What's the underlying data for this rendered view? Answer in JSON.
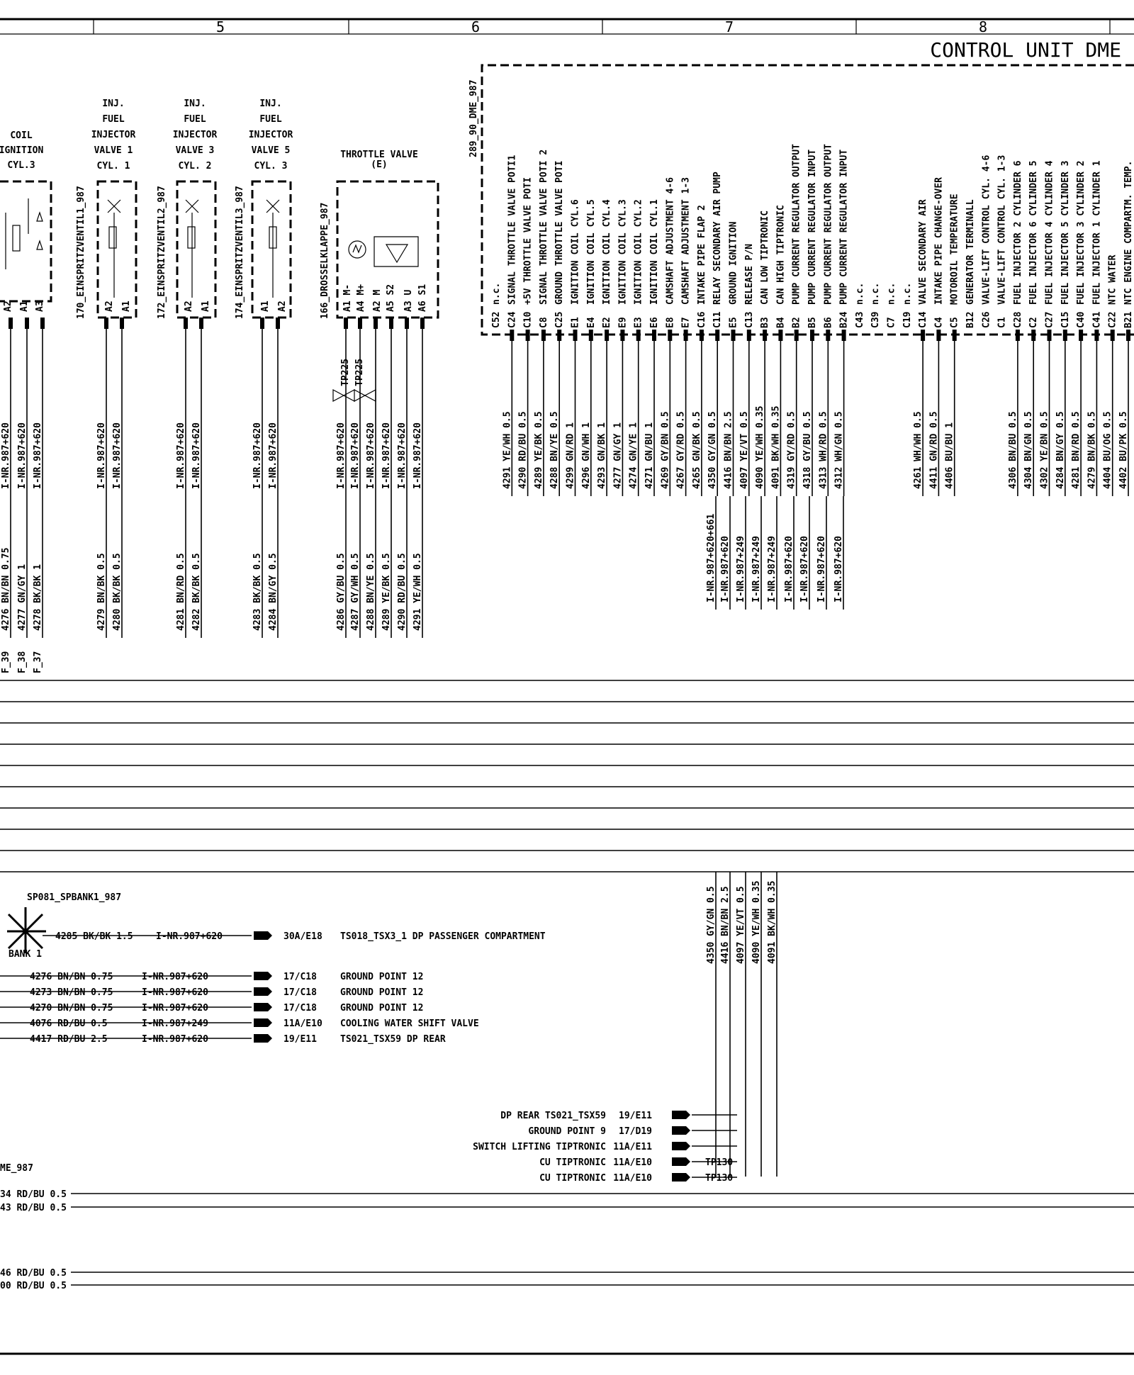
{
  "zones": [
    "5",
    "6",
    "7",
    "8"
  ],
  "title": "CONTROL UNIT DME",
  "components": {
    "coil": {
      "lines": [
        "COIL",
        "IGNITION",
        "CYL.3"
      ],
      "pins": [
        "A2",
        "A1",
        "A3"
      ]
    },
    "inj1": {
      "lines": [
        "INJ.",
        "FUEL",
        "INJECTOR",
        "VALVE 1",
        "CYL. 1"
      ],
      "ref": "170_EINSPRITZVENTIL1_987",
      "pins": [
        "A2",
        "A1"
      ]
    },
    "inj3": {
      "lines": [
        "INJ.",
        "FUEL",
        "INJECTOR",
        "VALVE 3",
        "CYL. 2"
      ],
      "ref": "172_EINSPRITZVENTIL2_987",
      "pins": [
        "A2",
        "A1"
      ]
    },
    "inj5": {
      "lines": [
        "INJ.",
        "FUEL",
        "INJECTOR",
        "VALVE 5",
        "CYL. 3"
      ],
      "ref": "174_EINSPRITZVENTIL3_987",
      "pins": [
        "A1",
        "A2"
      ]
    },
    "throttle": {
      "lines": [
        "THROTTLE VALVE",
        "(E)"
      ],
      "ref": "166_DROSSELKLAPPE_987",
      "pins": [
        "A1 M-",
        "A4 M+",
        "A2 M",
        "A5 S2",
        "A3 U",
        "A6 S1"
      ]
    },
    "dme": {
      "ref": "289_90_DME_987"
    }
  },
  "dme_pins": [
    {
      "pin": "C52",
      "desc": "n.c.",
      "wire": ""
    },
    {
      "pin": "C24",
      "desc": "SIGNAL THROTTLE VALVE  POTI1",
      "wire": "4291 YE/WH 0.5"
    },
    {
      "pin": "C10",
      "desc": "+5V     THROTTLE VALVE  POTI",
      "wire": "4290 RD/BU 0.5"
    },
    {
      "pin": "C8",
      "desc": "SIGNAL THROTTLE VALVE  POTI 2",
      "wire": "4289 YE/BK 0.5"
    },
    {
      "pin": "C25",
      "desc": "GROUND THROTTLE VALVE  POTI",
      "wire": "4288 BN/YE 0.5"
    },
    {
      "pin": "E1",
      "desc": "IGNITION COIL CYL.6",
      "wire": "4299 GN/RD 1"
    },
    {
      "pin": "E4",
      "desc": "IGNITION COIL CYL.5",
      "wire": "4296 GN/WH 1"
    },
    {
      "pin": "E2",
      "desc": "IGNITION COIL CYL.4",
      "wire": "4293 GN/BK 1"
    },
    {
      "pin": "E9",
      "desc": "IGNITION COIL CYL.3",
      "wire": "4277 GN/GY 1"
    },
    {
      "pin": "E3",
      "desc": "IGNITION COIL CYL.2",
      "wire": "4274 GN/YE 1"
    },
    {
      "pin": "E6",
      "desc": "IGNITION COIL CYL.1",
      "wire": "4271 GN/BU 1"
    },
    {
      "pin": "E8",
      "desc": "CAMSHAFT ADJUSTMENT 4-6",
      "wire": "4269 GY/BN 0.5"
    },
    {
      "pin": "E7",
      "desc": "CAMSHAFT ADJUSTMENT 1-3",
      "wire": "4267 GY/RD 0.5"
    },
    {
      "pin": "C16",
      "desc": "INTAKE PIPE FLAP 2",
      "wire": "4265 GN/BK 0.5"
    },
    {
      "pin": "C11",
      "desc": "RELAY SECONDARY AIR PUMP",
      "wire": "4350 GY/GN 0.5"
    },
    {
      "pin": "E5",
      "desc": "GROUND IGNITION",
      "wire": "4416 BN/BN 2.5"
    },
    {
      "pin": "C13",
      "desc": "RELEASE P/N",
      "wire": "4097 YE/VT 0.5"
    },
    {
      "pin": "B3",
      "desc": "CAN LOW TIPTRONIC",
      "wire": "4090 YE/WH 0.35"
    },
    {
      "pin": "B4",
      "desc": "CAN HIGH TIPTRONIC",
      "wire": "4091 BK/WH 0.35"
    },
    {
      "pin": "B2",
      "desc": "PUMP CURRENT REGULATOR OUTPUT",
      "wire": "4319 GY/RD 0.5"
    },
    {
      "pin": "B5",
      "desc": "PUMP CURRENT REGULATOR INPUT",
      "wire": "4318 GY/BU 0.5"
    },
    {
      "pin": "B6",
      "desc": "PUMP CURRENT REGULATOR OUTPUT",
      "wire": "4313 WH/RD 0.5"
    },
    {
      "pin": "B24",
      "desc": "PUMP CURRENT REGULATOR INPUT",
      "wire": "4312 WH/GN 0.5"
    },
    {
      "pin": "C43",
      "desc": "n.c.",
      "wire": ""
    },
    {
      "pin": "C39",
      "desc": "n.c.",
      "wire": ""
    },
    {
      "pin": "C7",
      "desc": "n.c.",
      "wire": ""
    },
    {
      "pin": "C19",
      "desc": "n.c.",
      "wire": ""
    },
    {
      "pin": "C14",
      "desc": "VALVE SECONDARY AIR",
      "wire": "4261 WH/WH 0.5"
    },
    {
      "pin": "C4",
      "desc": "INTAKE PIPE CHANGE-OVER",
      "wire": "4411 GN/RD 0.5"
    },
    {
      "pin": "C5",
      "desc": "MOTOROIL TEMPERATURE",
      "wire": "4406 BU/BU 1"
    },
    {
      "pin": "B12",
      "desc": "GENERATOR TERMINALL",
      "wire": ""
    },
    {
      "pin": "C26",
      "desc": "VALVE-LIFT CONTROL CYL. 4-6",
      "wire": ""
    },
    {
      "pin": "C1",
      "desc": "VALVE-LIFT CONTROL CYL. 1-3",
      "wire": ""
    },
    {
      "pin": "C28",
      "desc": "FUEL INJECTOR 2 CYLINDER 6",
      "wire": "4306 BN/BU 0.5"
    },
    {
      "pin": "C2",
      "desc": "FUEL INJECTOR 6 CYLINDER 5",
      "wire": "4304 BN/GN 0.5"
    },
    {
      "pin": "C27",
      "desc": "FUEL INJECTOR 4 CYLINDER 4",
      "wire": "4302 YE/BN 0.5"
    },
    {
      "pin": "C15",
      "desc": "FUEL INJECTOR 5 CYLINDER 3",
      "wire": "4284 BN/GY 0.5"
    },
    {
      "pin": "C40",
      "desc": "FUEL INJECTOR 3 CYLINDER 2",
      "wire": "4281 BN/RD 0.5"
    },
    {
      "pin": "C41",
      "desc": "FUEL INJECTOR 1 CYLINDER 1",
      "wire": "4279 BN/BK 0.5"
    },
    {
      "pin": "C22",
      "desc": "NTC WATER",
      "wire": "4404 BU/OG 0.5"
    },
    {
      "pin": "B21",
      "desc": "NTC ENGINE COMPARTM. TEMP.",
      "wire": "4402 BU/PK 0.5"
    }
  ],
  "left_wires": [
    {
      "label": "I-NR.987+620",
      "code": "4276 BN/BN 0.75",
      "fuse": "F_39"
    },
    {
      "label": "I-NR.987+620",
      "code": "4277 GN/GY 1",
      "fuse": "F_38"
    },
    {
      "label": "I-NR.987+620",
      "code": "4278 BK/BK 1",
      "fuse": "F_37"
    }
  ],
  "injector_wires": [
    {
      "label": "I-NR.987+620",
      "code": "4279 BN/BK 0.5"
    },
    {
      "label": "I-NR.987+620",
      "code": "4280 BK/BK 0.5"
    },
    {
      "label": "I-NR.987+620",
      "code": "4281 BN/RD 0.5"
    },
    {
      "label": "I-NR.987+620",
      "code": "4282 BK/BK 0.5"
    },
    {
      "label": "I-NR.987+620",
      "code": "4283 BK/BK 0.5"
    },
    {
      "label": "I-NR.987+620",
      "code": "4284 BN/GY 0.5"
    }
  ],
  "throttle_wires": [
    {
      "label": "I-NR.987+620",
      "code": "4286 GY/BU 0.5"
    },
    {
      "label": "I-NR.987+620",
      "code": "4287 GY/WH 0.5"
    },
    {
      "label": "I-NR.987+620",
      "code": "4288 BN/YE 0.5"
    },
    {
      "label": "I-NR.987+620",
      "code": "4289 YE/BK 0.5"
    },
    {
      "label": "I-NR.987+620",
      "code": "4290 RD/BU 0.5"
    },
    {
      "label": "I-NR.987+620",
      "code": "4291 YE/WH 0.5"
    }
  ],
  "tp_labels": [
    "TP225",
    "TP225"
  ],
  "mid_labels": [
    "I-NR.987+620+661",
    "I-NR.987+620",
    "I-NR.987+249",
    "I-NR.987+249",
    "I-NR.987+249",
    "I-NR.987+620",
    "I-NR.987+620",
    "I-NR.987+620",
    "I-NR.987+620"
  ],
  "low_wires": [
    "4350 GY/GN 0.5",
    "4416 BN/BN 2.5",
    "4097 YE/VT 0.5",
    "4090 YE/WH 0.35",
    "4091 BK/WH 0.35"
  ],
  "splice": {
    "name": "SP081_SPBANK1_987",
    "bank": "BANK 1"
  },
  "grounds": [
    {
      "wire": "4285 BK/BK 1.5",
      "inr": "I-NR.987+620",
      "ref": "30A/E18",
      "dest": "TS018_TSX3_1 DP PASSENGER COMPARTMENT"
    },
    {
      "wire": "4276 BN/BN 0.75",
      "inr": "I-NR.987+620",
      "ref": "17/C18",
      "dest": "GROUND POINT 12"
    },
    {
      "wire": "4273 BN/BN 0.75",
      "inr": "I-NR.987+620",
      "ref": "17/C18",
      "dest": "GROUND POINT 12"
    },
    {
      "wire": "4270 BN/BN 0.75",
      "inr": "I-NR.987+620",
      "ref": "17/C18",
      "dest": "GROUND POINT 12"
    },
    {
      "wire": "4076 RD/BU 0.5",
      "inr": "I-NR.987+249",
      "ref": "11A/E10",
      "dest": "COOLING WATER SHIFT VALVE"
    },
    {
      "wire": "4417 RD/BU 2.5",
      "inr": "I-NR.987+620",
      "ref": "19/E11",
      "dest": "TS021_TSX59  DP REAR"
    }
  ],
  "bottom_refs": [
    {
      "dest": "DP REAR TS021_TSX59",
      "ref": "19/E11",
      "tp": ""
    },
    {
      "dest": "GROUND POINT 9",
      "ref": "17/D19",
      "tp": ""
    },
    {
      "dest": "SWITCH LIFTING TIPTRONIC",
      "ref": "11A/E11",
      "tp": ""
    },
    {
      "dest": "CU TIPTRONIC",
      "ref": "11A/E10",
      "tp": "TP130"
    },
    {
      "dest": "CU TIPTRONIC",
      "ref": "11A/E10",
      "tp": "TP130"
    }
  ],
  "bottom_left": {
    "ref": "ME_987",
    "wires": [
      "34 RD/BU 0.5",
      "43 RD/BU 0.5",
      "46 RD/BU 0.5",
      "00 RD/BU 0.5"
    ]
  }
}
